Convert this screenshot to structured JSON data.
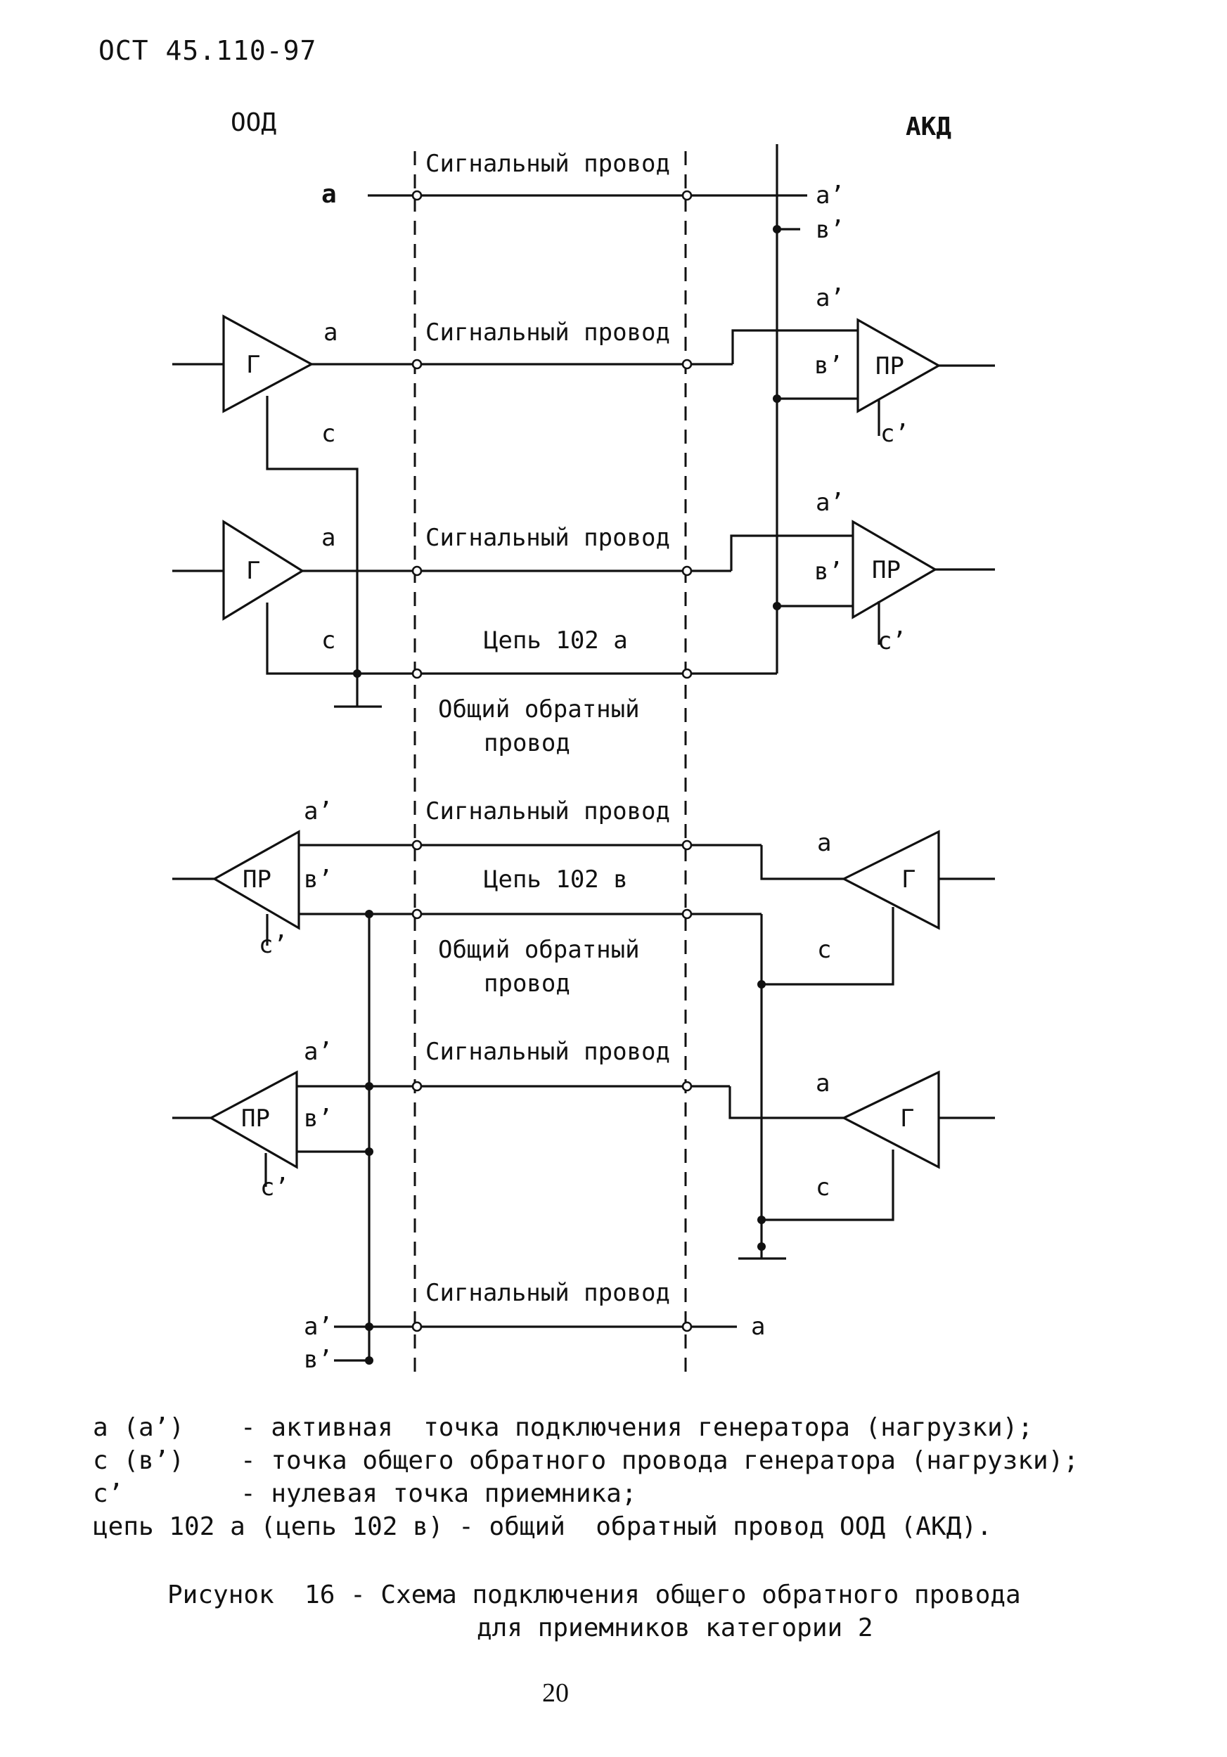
{
  "document_code": "ОСТ 45.110-97",
  "headers": {
    "left": "ООД",
    "right": "АКД"
  },
  "wire_labels": {
    "signal_wire": "Сигнальный провод",
    "circuit_102a": "Цепь 102 а",
    "circuit_102b": "Цепь 102 в",
    "common_return_1": "Общий обратный",
    "common_return_2": "провод"
  },
  "block_labels": {
    "generator": "Г",
    "receiver": "ПР"
  },
  "terminal_labels": {
    "a": "а",
    "a_prime": "а’",
    "b_prime": "в’",
    "c": "с",
    "c_prime": "с’"
  },
  "legend": [
    {
      "term": "а (а’)",
      "description": "- активная  точка подключения генератора (нагрузки);"
    },
    {
      "term": "с (в’)",
      "description": "- точка общего обратного провода генератора (нагрузки);"
    },
    {
      "term": "с’",
      "description": "- нулевая точка приемника;"
    }
  ],
  "legend_note": "цепь 102 а (цепь 102 в) - общий  обратный провод ООД (АКД).",
  "caption": {
    "line1": "Рисунок  16 - Схема подключения общего обратного провода",
    "line2": "для приемников категории 2"
  },
  "page_number": "20"
}
